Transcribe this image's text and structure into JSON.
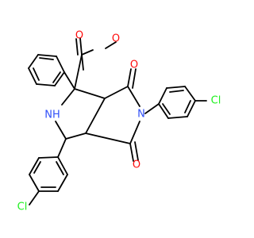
{
  "atoms": {
    "O1": "O",
    "O2": "O",
    "O3": "O",
    "O4": "O",
    "NH": "NH",
    "N": "N",
    "Cl1": "Cl",
    "Cl2": "Cl"
  },
  "colors": {
    "bond": "#000000",
    "oxygen": "#ff0d0d",
    "nitrogen": "#3050f8",
    "chlorine": "#1ff01f",
    "background": "#ffffff"
  }
}
